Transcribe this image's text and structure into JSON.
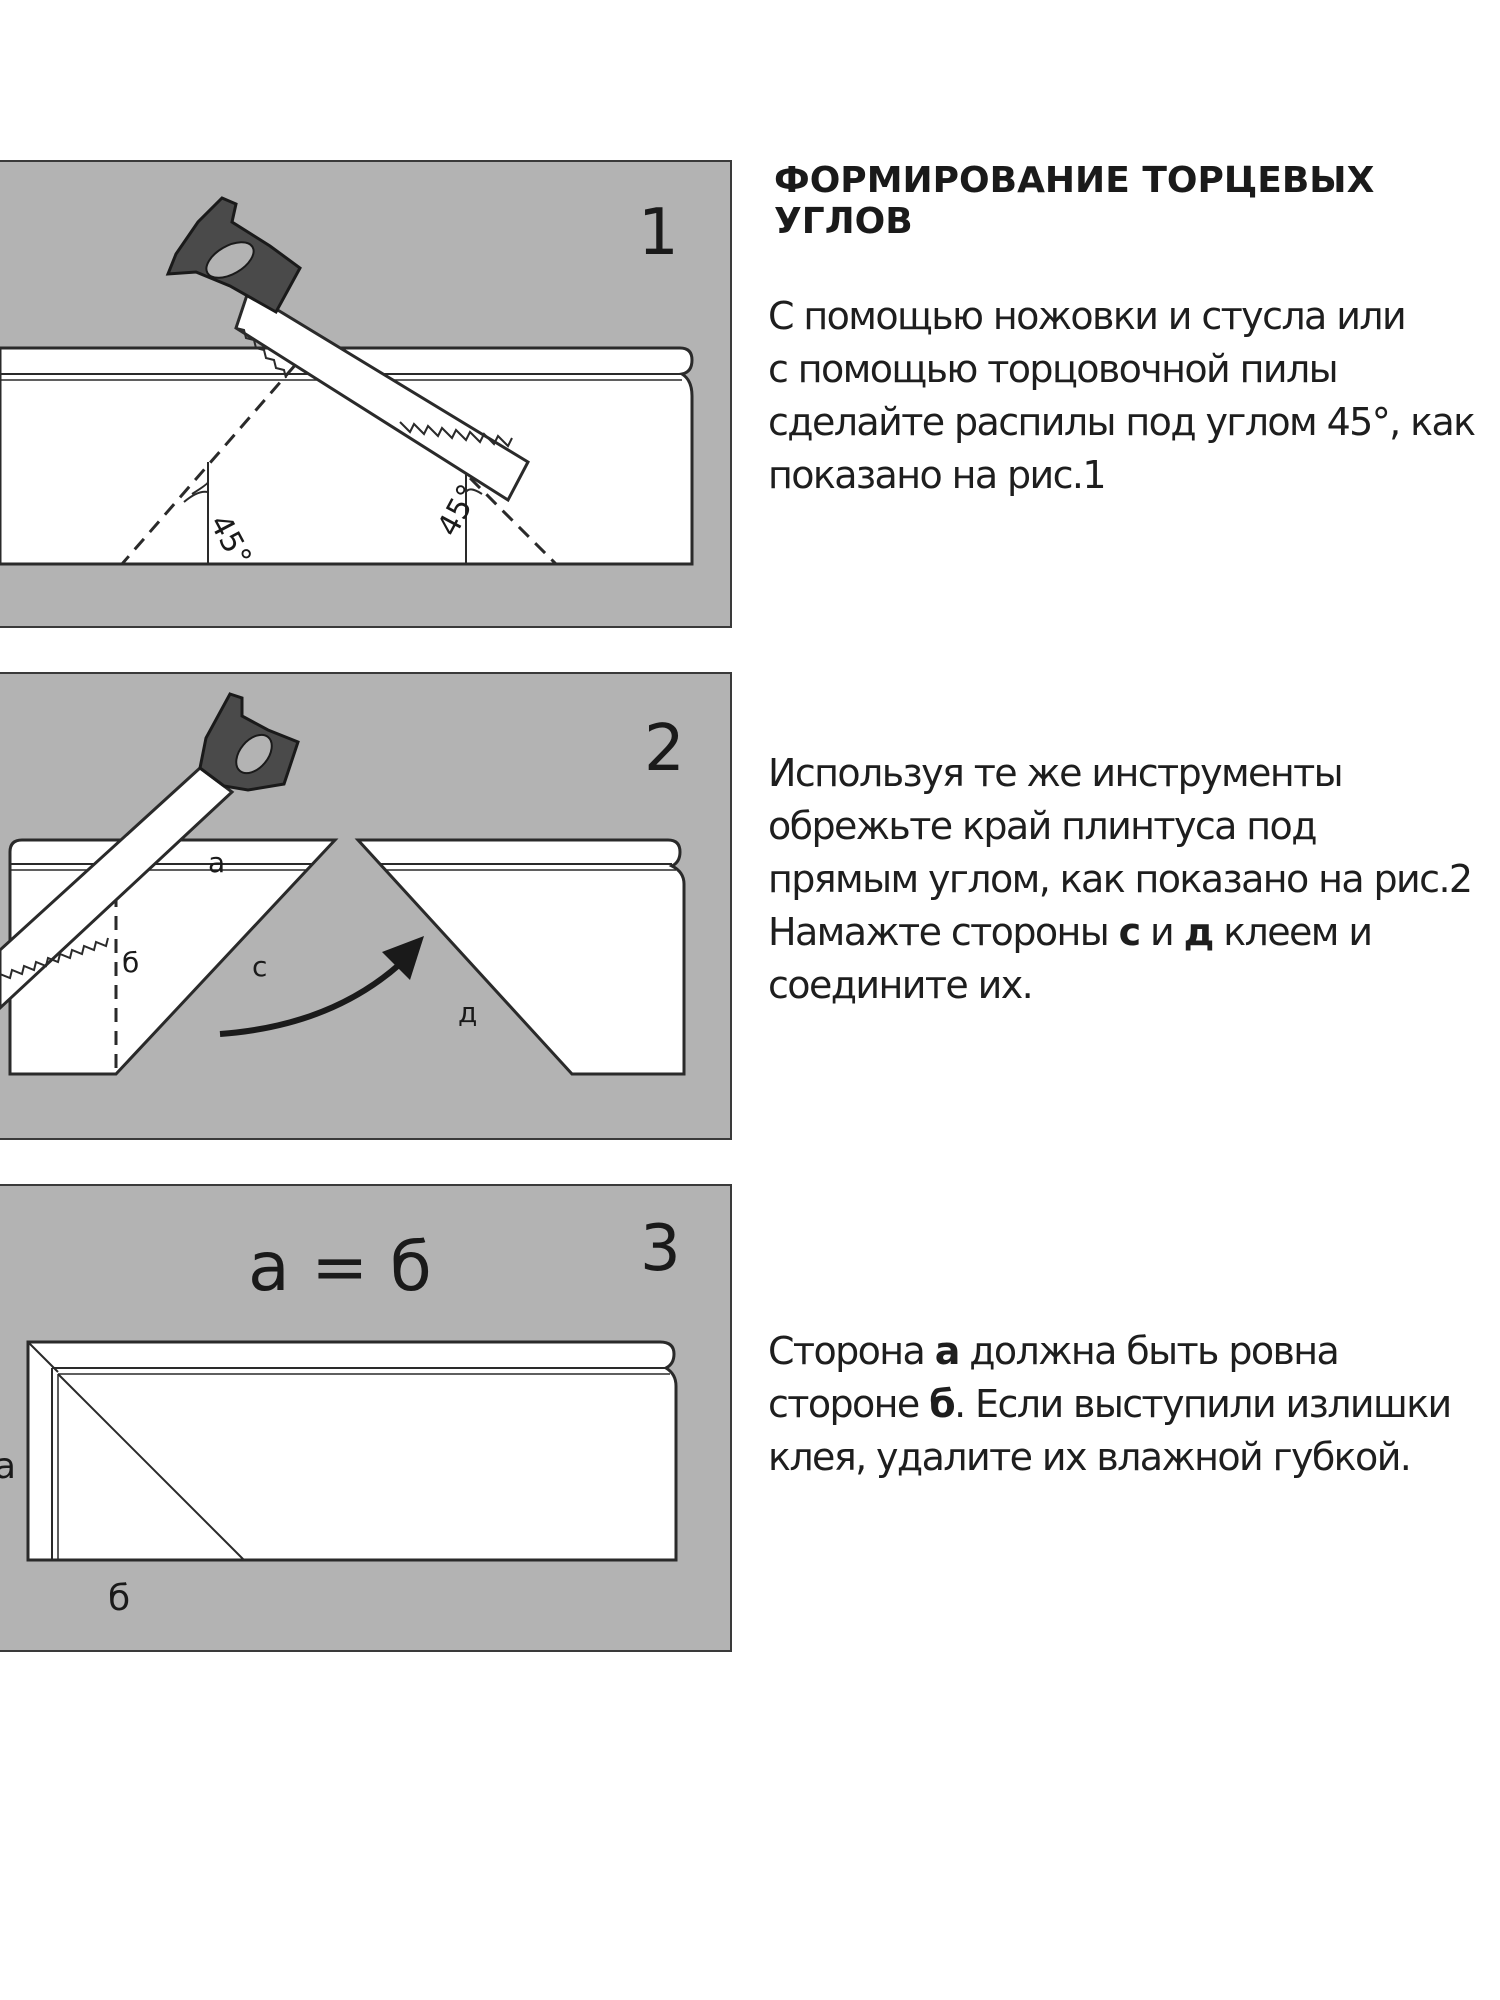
{
  "title": "ФОРМИРОВАНИЕ ТОРЦЕВЫХ УГЛОВ",
  "step1": {
    "number": "1",
    "angle_left": "45°",
    "angle_right": "45°",
    "lines": [
      "С помощью ножовки и стусла или",
      "с помощью торцовочной пилы",
      "сделайте распилы под углом 45°, как",
      "показано на рис.1"
    ]
  },
  "step2": {
    "number": "2",
    "label_a": "a",
    "label_b": "б",
    "label_c": "с",
    "label_d": "д",
    "lines": [
      "Используя те же инструменты",
      "обрежьте край плинтуса под",
      "прямым углом, как показано на рис.2"
    ],
    "line4_pre": "Намажте стороны ",
    "line4_c": "с",
    "line4_mid": " и ",
    "line4_d": "д",
    "line4_post": " клеем и",
    "line5": "соедините их."
  },
  "step3": {
    "number": "3",
    "formula": "a = б",
    "label_a": "a",
    "label_b": "б",
    "line1_pre": "Сторона ",
    "line1_a": "а",
    "line1_post": " должна быть ровна",
    "line2_pre": "стороне ",
    "line2_b": "б",
    "line2_post": ". Если выступили излишки",
    "line3": "клея, удалите их влажной губкой."
  },
  "colors": {
    "panel_bg": "#b3b3b3",
    "board": "#ffffff",
    "outline": "#2a2a2a",
    "saw_handle": "#4a4a4a"
  }
}
